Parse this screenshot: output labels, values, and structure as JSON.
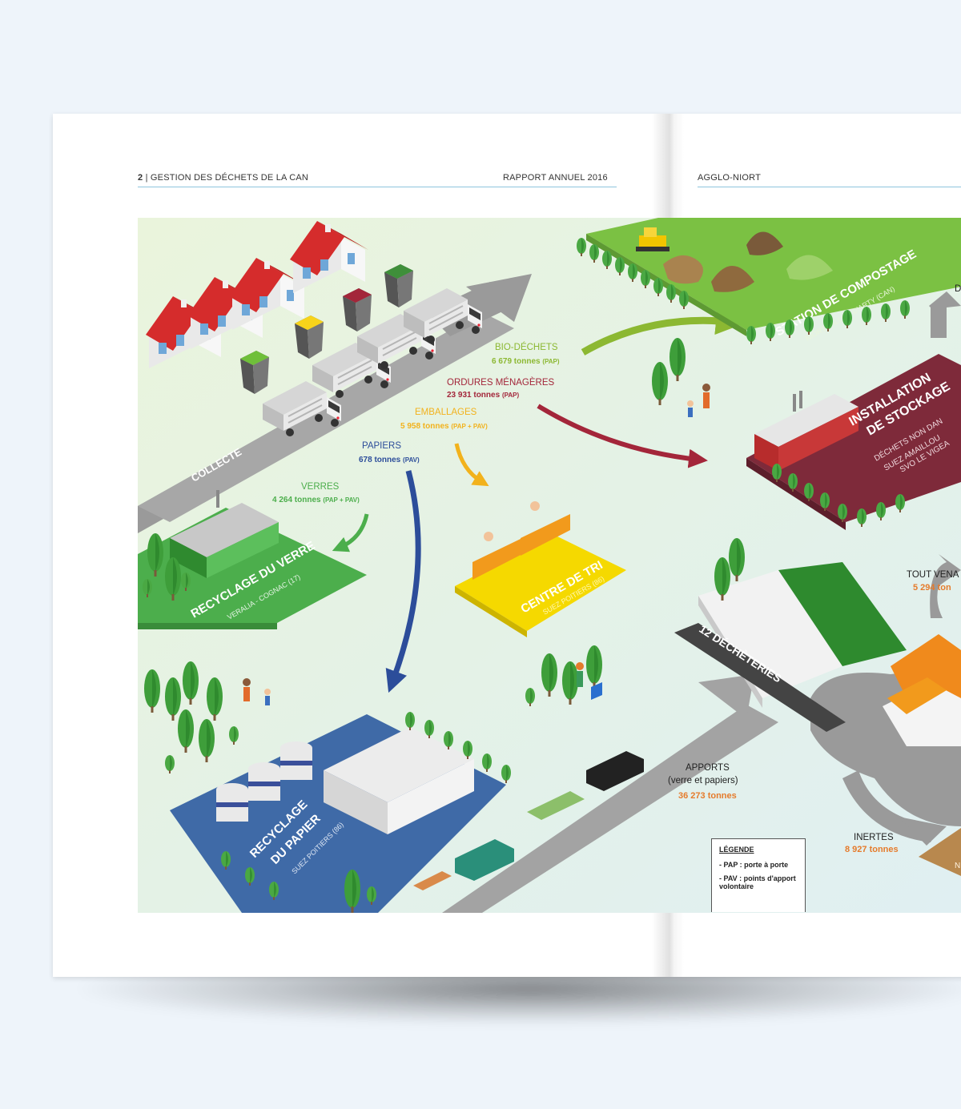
{
  "header": {
    "page_number": "2",
    "left_title": "| GESTION DES DÉCHETS DE LA CAN",
    "report": "RAPPORT ANNUEL 2016",
    "right_title": "AGGLO-NIORT"
  },
  "roads": {
    "collecte": "COLLECTE"
  },
  "flows": {
    "bio_label": "BIO-DÉCHETS",
    "bio_value": "6 679 tonnes",
    "bio_unit": "(PAP)",
    "om_label": "ORDURES MÉNAGÈRES",
    "om_value": "23 931 tonnes",
    "om_unit": "(PAP)",
    "emb_label": "EMBALLAGES",
    "emb_value": "5 958 tonnes",
    "emb_unit": "(PAP + PAV)",
    "pap_label": "PAPIERS",
    "pap_value": "678 tonnes",
    "pap_unit": "(PAV)",
    "verre_label": "VERRES",
    "verre_value": "4 264 tonnes",
    "verre_unit": "(PAP + PAV)",
    "apports_label": "APPORTS",
    "apports_sub": "(verre et papiers)",
    "apports_value": "36 273 tonnes",
    "tout_label": "TOUT VENA",
    "tout_value": "5 294 ton",
    "inertes_label": "INERTES",
    "inertes_value": "8 927 tonnes",
    "d_letter": "D"
  },
  "sites": {
    "compost_title": "STATION DE COMPOSTAGE",
    "compost_sub": "NIORT VALLON D'ARTY (CAN)",
    "stockage_title_1": "INSTALLATION",
    "stockage_title_2": "DE STOCKAGE",
    "stockage_sub_1": "DÉCHETS NON DAN",
    "stockage_sub_2": "SUEZ AMAILLOU",
    "stockage_sub_3": "SVO LE VIGEA",
    "verre_title": "RECYCLAGE DU VERRE",
    "verre_sub": "VERALIA - COGNAC (17)",
    "tri_title": "CENTRE DE TRI",
    "tri_sub": "SUEZ POITIERS (86)",
    "papier_title_1": "RECYCLAGE",
    "papier_title_2": "DU PAPIER",
    "papier_sub": "SUEZ POITIERS (86)",
    "decheteries": "12 DÉCHÈTERIES",
    "inertes_plot": "N"
  },
  "legend": {
    "title": "LÉGENDE",
    "pap": "- PAP : porte à porte",
    "pav": "- PAV : points d'apport volontaire"
  },
  "colors": {
    "bio": "#8cb832",
    "om": "#a3263a",
    "emb": "#f2b21c",
    "pap": "#2c4d9a",
    "verre": "#4cae4c",
    "apports": "#e57b2c",
    "road": "#9a9a9a",
    "compost": "#7bc143",
    "stockage": "#7e2a3a",
    "tri": "#f5d900",
    "papier_plot": "#3f6aa7"
  }
}
